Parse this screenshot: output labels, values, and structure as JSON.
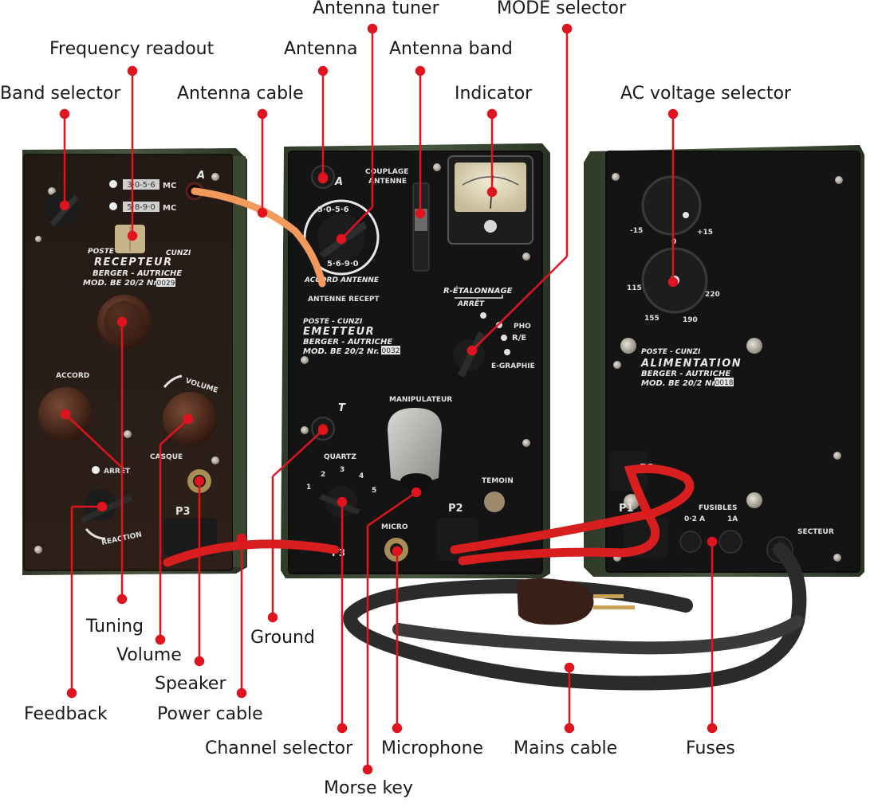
{
  "labels": {
    "band_selector": "Band selector",
    "frequency_readout": "Frequency readout",
    "antenna_cable": "Antenna cable",
    "antenna": "Antenna",
    "antenna_tuner": "Antenna tuner",
    "antenna_band": "Antenna band",
    "indicator": "Indicator",
    "mode_selector": "MODE selector",
    "ac_voltage_selector": "AC voltage selector",
    "tuning": "Tuning",
    "volume": "Volume",
    "speaker": "Speaker",
    "feedback": "Feedback",
    "power_cable": "Power cable",
    "ground": "Ground",
    "channel_selector": "Channel selector",
    "morse_key": "Morse key",
    "microphone": "Microphone",
    "mains_cable": "Mains cable",
    "fuses": "Fuses"
  },
  "receiver": {
    "band1": "3·0-5·6",
    "band2": "5·8-9·0",
    "mc": "MC",
    "a": "A",
    "poste": "POSTE",
    "cunzi": "CUNZI",
    "name": "RECEPTEUR",
    "maker": "BERGER - AUTRICHE",
    "model": "MOD. BE 20/2 Nr.",
    "serial": "0029",
    "accord": "ACCORD",
    "volume": "VOLUME",
    "casque": "CASQUE",
    "arret": "ARRÊT",
    "reaction": "REACTION",
    "p3": "P3"
  },
  "transmitter": {
    "a": "A",
    "couplage": "COUPLAGE",
    "antenne": "ANTENNE",
    "band1": "3·0-5·6",
    "band2": "5·6-9·0",
    "accord_antenne": "ACCORD ANTENNE",
    "antenne_recept": "ANTENNE RECEPT",
    "r_etalonnage": "R-ÉTALONNAGE",
    "arret": "ARRÊT",
    "pho": "PHO",
    "re": "R/E",
    "e_graphie": "E-GRAPHIE",
    "poste_cunzi": "POSTE - CUNZI",
    "name": "EMETTEUR",
    "maker": "BERGER - AUTRICHE",
    "model": "MOD. BE 20/2 Nr.",
    "serial": "0032",
    "t": "T",
    "manipulateur": "MANIPULATEUR",
    "quartz": "QUARTZ",
    "q1": "1",
    "q2": "2",
    "q3": "3",
    "q4": "4",
    "q5": "5",
    "temoin": "TEMOIN",
    "micro": "MICRO",
    "p2": "P2",
    "p3": "P3"
  },
  "power_supply": {
    "m15": "-15",
    "zero": "0",
    "p15": "+15",
    "v115": "115",
    "v220": "220",
    "v155": "155",
    "v190": "190",
    "poste_cunzi": "POSTE - CUNZI",
    "name": "ALIMENTATION",
    "maker": "BERGER - AUTRICHE",
    "model": "MOD. BE 20/2 Nr.",
    "serial": "0018",
    "p1": "P1",
    "p2": "P2",
    "fusibles": "FUSIBLES",
    "f02": "0·2 A",
    "f1": "1A",
    "secteur": "SECTEUR"
  },
  "colors": {
    "accent": "#e0141e",
    "case_green": "#3d4a34",
    "panel_black": "#141414",
    "panel_brown": "#2a1c14",
    "cable_red": "#d81e1e",
    "cable_orange": "#f29a5c",
    "cable_black": "#2b2b2b"
  }
}
